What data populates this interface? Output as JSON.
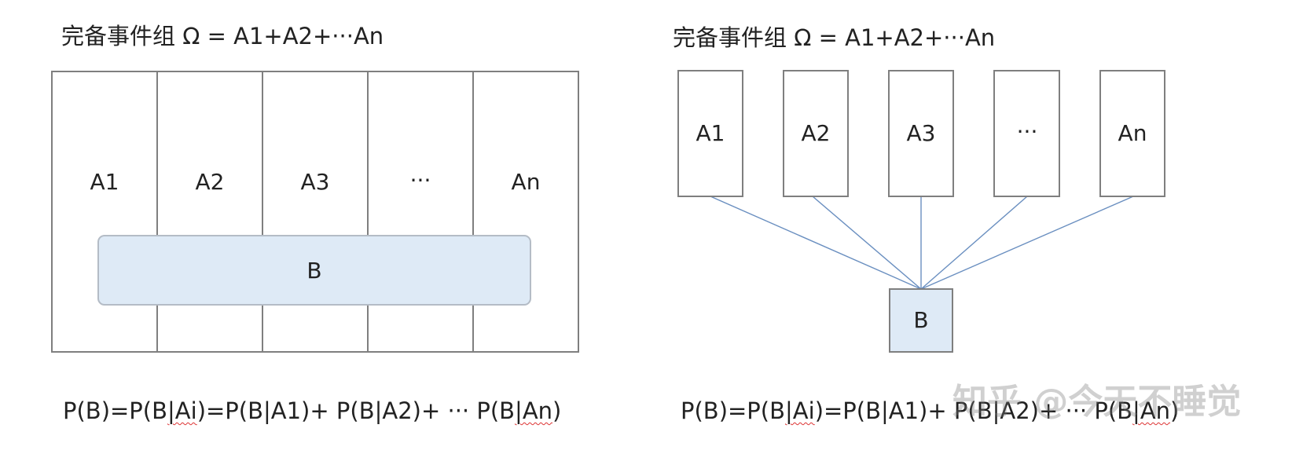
{
  "left_panel": {
    "title": "完备事件组 Ω = A1+A2+···An",
    "cells": [
      "A1",
      "A2",
      "A3",
      "···",
      "An"
    ],
    "event_b": "B",
    "formula": {
      "prefix": "P(B)=P(B",
      "mark1": "|Ai",
      "mid": ")=P(B|A1)+ P(B|A2)+ ··· P(B",
      "mark2": "|An",
      "suffix": ")"
    }
  },
  "right_panel": {
    "title": "完备事件组 Ω = A1+A2+···An",
    "nodes": [
      "A1",
      "A2",
      "A3",
      "···",
      "An"
    ],
    "event_b": "B",
    "formula": {
      "prefix": "P(B)=P(B",
      "mark1": "|Ai",
      "mid": ")=P(B|A1)+ P(B|A2)+ ··· P(B",
      "mark2": "|An",
      "suffix": ")"
    }
  },
  "watermark": "知乎 @今天不睡觉",
  "colors": {
    "border": "#7f7f7f",
    "b_fill": "#deeaf6",
    "b_border": "#b4bcc6",
    "edge": "#6a8fc0"
  }
}
